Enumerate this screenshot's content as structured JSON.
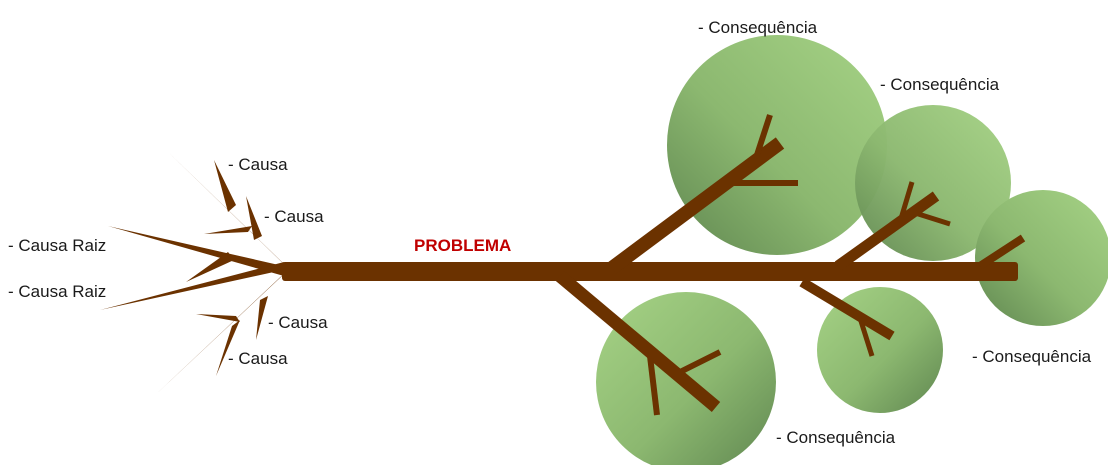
{
  "problem": {
    "label": "PROBLEMA"
  },
  "root_causes": [
    {
      "label": "- Causa Raiz"
    },
    {
      "label": "- Causa Raiz"
    }
  ],
  "causes": [
    {
      "label": "- Causa"
    },
    {
      "label": "- Causa"
    },
    {
      "label": "- Causa"
    },
    {
      "label": "- Causa"
    }
  ],
  "consequences": [
    {
      "label": "- Consequência"
    },
    {
      "label": "- Consequência"
    },
    {
      "label": "- Consequência"
    },
    {
      "label": "- Consequência"
    }
  ],
  "colors": {
    "trunk": "#6b3200",
    "problem_text": "#c00000",
    "canopy_light": "#9cc97e",
    "canopy_dark": "#6a8f55",
    "text": "#1a1a1a"
  }
}
